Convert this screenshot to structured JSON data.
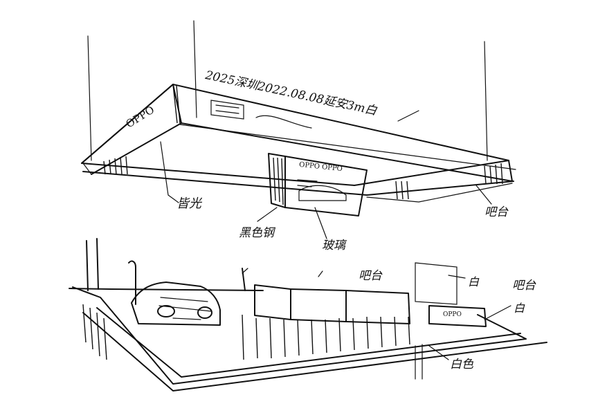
{
  "annotations": {
    "header_note": "2025深圳2022.08.08延安3m白",
    "soffit_note": "皆光",
    "column_note": "黑色钢",
    "panel_note": "玻璃",
    "bar_note": "吧台",
    "lower_note_1": "白",
    "lower_note_2": "吧台",
    "lower_note_3": "白",
    "floor_note": "白色",
    "counter_note": "吧台"
  },
  "canopy_sign": "OPPO",
  "panel_sign": "OPPO OPPO",
  "counter_sign": "OPPO",
  "colors": {
    "ink": "#111111",
    "paper": "#ffffff"
  }
}
